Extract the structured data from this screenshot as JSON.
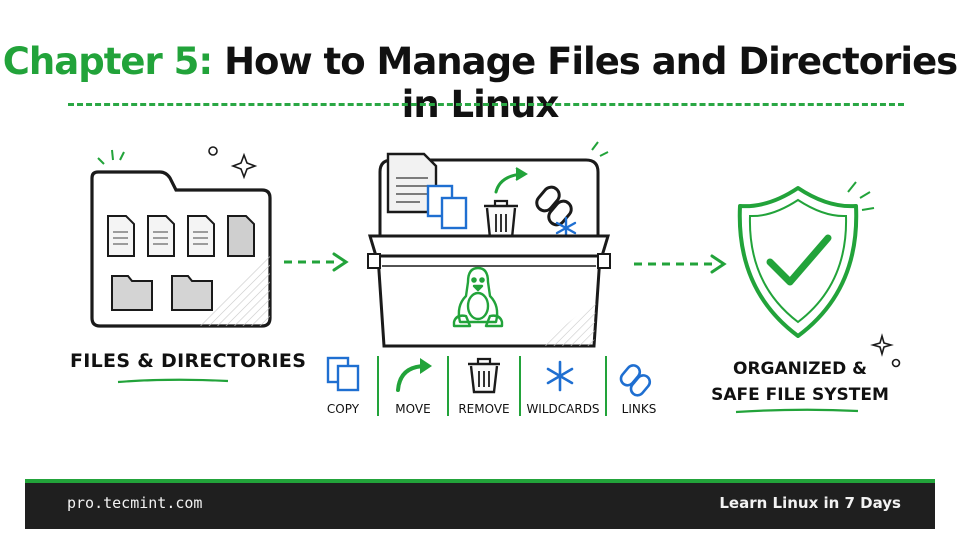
{
  "title": {
    "chapter": "Chapter 5",
    "separator": ":",
    "text": "How to Manage Files and Directories in Linux"
  },
  "captions": {
    "files": "Files & Directories",
    "safe_line1": "Organized &",
    "safe_line2": "Safe File System"
  },
  "operations": [
    {
      "label": "Copy",
      "icon": "copy-icon"
    },
    {
      "label": "Move",
      "icon": "move-arrow-icon"
    },
    {
      "label": "Remove",
      "icon": "trash-icon"
    },
    {
      "label": "Wildcards",
      "icon": "asterisk-icon"
    },
    {
      "label": "Links",
      "icon": "chain-link-icon"
    }
  ],
  "footer": {
    "left": "pro.tecmint.com",
    "right": "Learn Linux in 7 Days"
  },
  "colors": {
    "accent_green": "#22a33a",
    "accent_blue": "#1f6fd1",
    "ink": "#111111",
    "footer_bg": "#1f1f1f"
  }
}
